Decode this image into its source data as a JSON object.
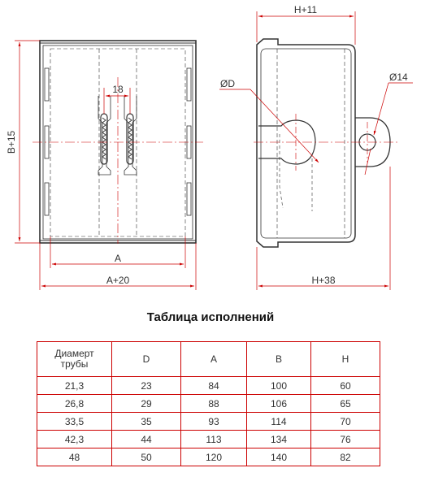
{
  "dimensions": {
    "top_right": "H+11",
    "left_vertical": "B+15",
    "center_gap": "18",
    "bottom_inner": "A",
    "bottom_outer": "A+20",
    "bottom_right": "H+38",
    "diameter_d": "ØD",
    "diameter_14": "Ø14"
  },
  "table": {
    "title": "Таблица исполнений",
    "header_first_line1": "Диамерт",
    "header_first_line2": "трубы",
    "headers": [
      "D",
      "A",
      "B",
      "H"
    ],
    "rows": [
      [
        "21,3",
        "23",
        "84",
        "100",
        "60"
      ],
      [
        "26,8",
        "29",
        "88",
        "106",
        "65"
      ],
      [
        "33,5",
        "35",
        "93",
        "114",
        "70"
      ],
      [
        "42,3",
        "44",
        "113",
        "134",
        "76"
      ],
      [
        "48",
        "50",
        "120",
        "140",
        "82"
      ]
    ]
  },
  "colors": {
    "line": "#333333",
    "center_line": "#cc0000",
    "table_border": "#cc0000"
  }
}
